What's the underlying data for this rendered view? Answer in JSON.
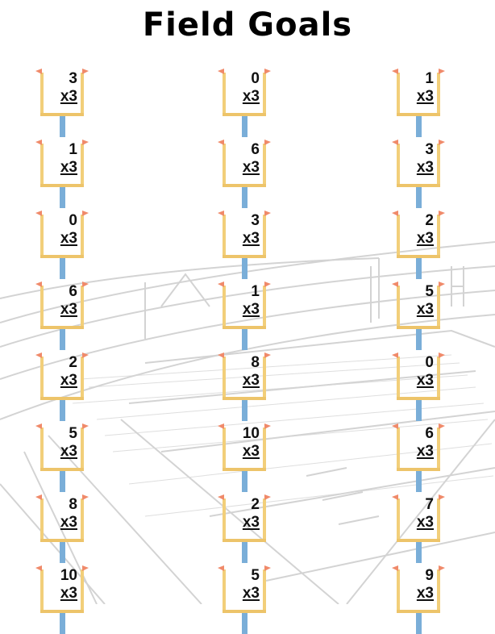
{
  "title": "Field Goals",
  "operator_label": "x3",
  "colors": {
    "upright": "#f2cf7a",
    "crossbar": "#edc46a",
    "post": "#7aaed8",
    "flag": "#f08a6a",
    "background_sketch": "#c8c8c8"
  },
  "columns": [
    {
      "problems": [
        {
          "top": "3",
          "mult": "x3"
        },
        {
          "top": "1",
          "mult": "x3"
        },
        {
          "top": "0",
          "mult": "x3"
        },
        {
          "top": "6",
          "mult": "x3"
        },
        {
          "top": "2",
          "mult": "x3"
        },
        {
          "top": "5",
          "mult": "x3"
        },
        {
          "top": "8",
          "mult": "x3"
        },
        {
          "top": "10",
          "mult": "x3"
        }
      ]
    },
    {
      "problems": [
        {
          "top": "0",
          "mult": "x3"
        },
        {
          "top": "6",
          "mult": "x3"
        },
        {
          "top": "3",
          "mult": "x3"
        },
        {
          "top": "1",
          "mult": "x3"
        },
        {
          "top": "8",
          "mult": "x3"
        },
        {
          "top": "10",
          "mult": "x3"
        },
        {
          "top": "2",
          "mult": "x3"
        },
        {
          "top": "5",
          "mult": "x3"
        }
      ]
    },
    {
      "problems": [
        {
          "top": "1",
          "mult": "x3"
        },
        {
          "top": "3",
          "mult": "x3"
        },
        {
          "top": "2",
          "mult": "x3"
        },
        {
          "top": "5",
          "mult": "x3"
        },
        {
          "top": "0",
          "mult": "x3"
        },
        {
          "top": "6",
          "mult": "x3"
        },
        {
          "top": "7",
          "mult": "x3"
        },
        {
          "top": "9",
          "mult": "x3"
        }
      ]
    }
  ]
}
